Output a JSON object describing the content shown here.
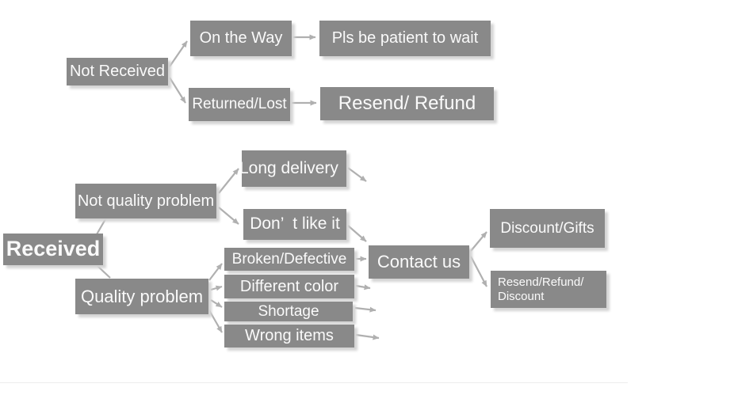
{
  "colors": {
    "box_gray": "#898989",
    "text_white": "#fafafa",
    "arrow_gray": "#b0b0b0",
    "shadow_gray": "#d4d4d4"
  },
  "nodes": {
    "not_received": {
      "label": "Not Received"
    },
    "on_the_way": {
      "label": "On the Way"
    },
    "pls_wait": {
      "label": "Pls be patient to wait"
    },
    "returned_lost": {
      "label": "Returned/Lost"
    },
    "resend_refund": {
      "label": "Resend/ Refund"
    },
    "received": {
      "label": "Received"
    },
    "not_quality_problem": {
      "label": "Not quality problem"
    },
    "quality_problem": {
      "label": "Quality problem"
    },
    "long_delivery": {
      "label": "Long delivery"
    },
    "dont_like_it": {
      "label": "Don’  t like it"
    },
    "broken_defective": {
      "label": "Broken/Defective"
    },
    "different_color": {
      "label": "Different color"
    },
    "shortage": {
      "label": "Shortage"
    },
    "wrong_items": {
      "label": "Wrong items"
    },
    "contact_us": {
      "label": "Contact us"
    },
    "discount_gifts": {
      "label": "Discount/Gifts"
    },
    "resend_refund_discount": {
      "label": "Resend/Refund/\nDiscount"
    }
  }
}
